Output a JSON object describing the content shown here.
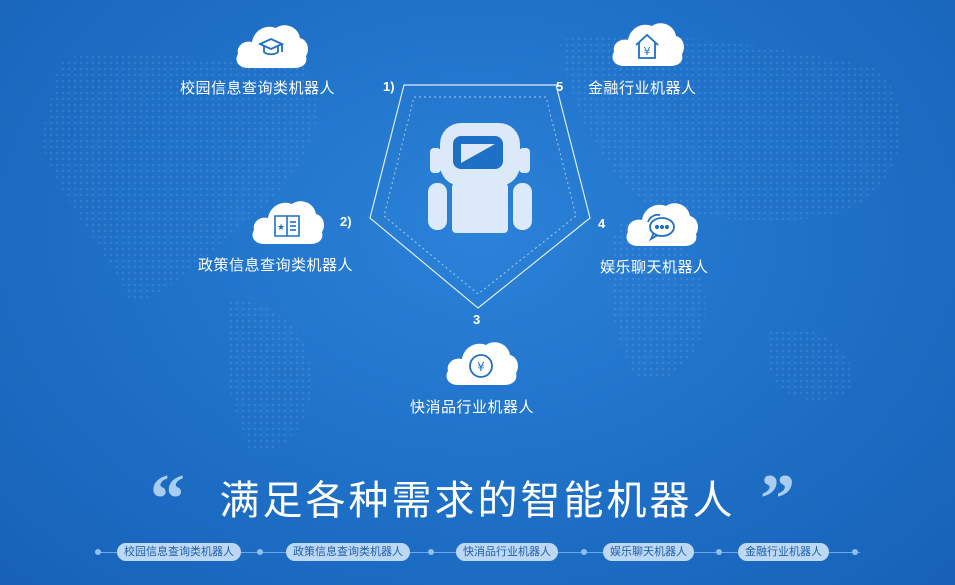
{
  "items": [
    {
      "num": "1)",
      "label": "校园信息查询类机器人",
      "icon": "graduation-cap-icon"
    },
    {
      "num": "2)",
      "label": "政策信息查询类机器人",
      "icon": "policy-book-icon"
    },
    {
      "num": "3",
      "label": "快消品行业机器人",
      "icon": "yen-coin-icon"
    },
    {
      "num": "4",
      "label": "娱乐聊天机器人",
      "icon": "chat-bubble-icon"
    },
    {
      "num": "5",
      "label": "金融行业机器人",
      "icon": "yen-house-icon"
    }
  ],
  "headline": "满足各种需求的智能机器人",
  "tags": [
    "校园信息查询类机器人",
    "政策信息查询类机器人",
    "快消品行业机器人",
    "娱乐聊天机器人",
    "金融行业机器人"
  ],
  "colors": {
    "background": "#1e6fc6",
    "cloud": "#ffffff",
    "icon": "#1e6fc6",
    "tag_bg": "#bcd8f5",
    "quote": "#a8cdf3"
  }
}
